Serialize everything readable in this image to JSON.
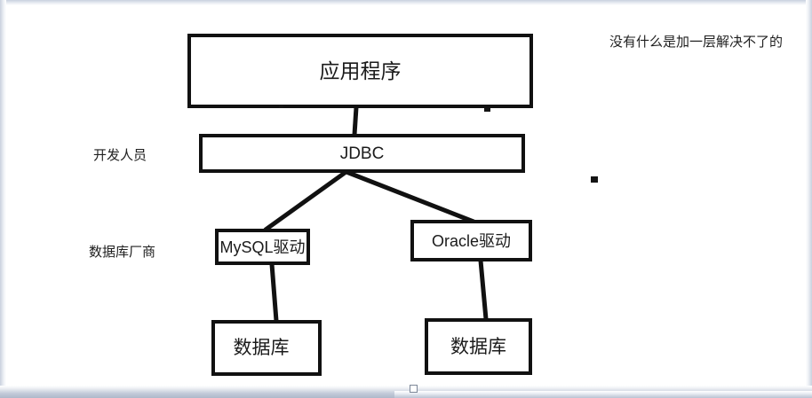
{
  "diagram": {
    "title_caption": "没有什么是加一层解决不了的",
    "nodes": {
      "application": "应用程序",
      "jdbc": "JDBC",
      "mysql_driver": "MySQL驱动",
      "oracle_driver": "Oracle驱动",
      "database_left": "数据库",
      "database_right": "数据库"
    },
    "role_labels": {
      "developer": "开发人员",
      "vendor": "数据库厂商"
    },
    "colors": {
      "stroke": "#111111",
      "text": "#1b1b1b",
      "background": "#ffffff"
    }
  }
}
